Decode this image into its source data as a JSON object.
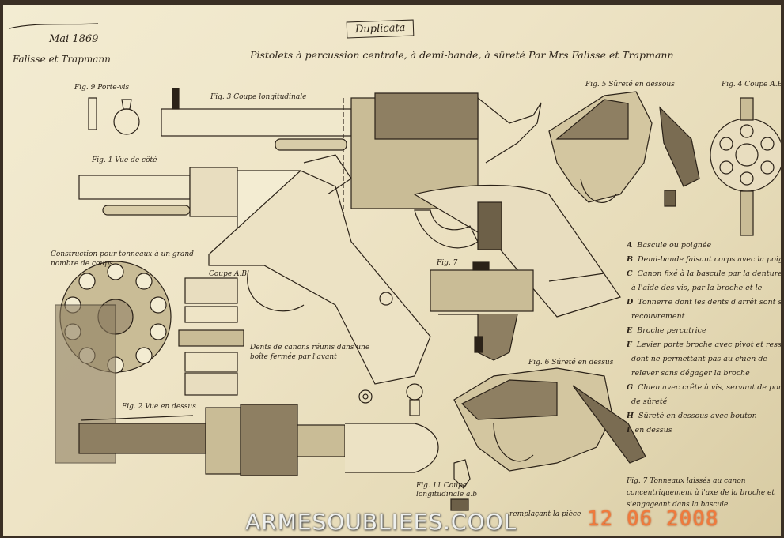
{
  "header": {
    "date": "Mai 1869",
    "signature": "Falisse et Trapmann",
    "stamp": "Duplicata",
    "title": "Pistolets à percussion centrale, à demi-bande, à sûreté Par Mrs Falisse et Trapmann"
  },
  "figures": {
    "fig9": "Fig. 9 Porte-vis",
    "fig3": "Fig. 3 Coupe longitudinale",
    "fig5": "Fig. 5 Sûreté en dessous",
    "fig4": "Fig. 4 Coupe A.B.",
    "fig1": "Fig. 1 Vue de côté",
    "construction": "Construction pour tonneaux à un grand nombre de coups",
    "coupe_ab": "Coupe A.B",
    "fig7": "Fig. 7",
    "fig2_desc": "Dents de canons réunis dans une boîte fermée par l'avant",
    "fig6": "Fig. 6 Sûreté en dessus",
    "fig2": "Fig. 2 Vue en dessus",
    "fig11": "Fig. 11 Coupe longitudinale a.b"
  },
  "legend": [
    {
      "letter": "A",
      "text": "Bascule ou poignée"
    },
    {
      "letter": "B",
      "text": "Demi-bande faisant corps avec la poignée"
    },
    {
      "letter": "C",
      "text": "Canon fixé à la bascule par la denture"
    },
    {
      "letter": "",
      "text": "à l'aide des vis, par la broche et le"
    },
    {
      "letter": "D",
      "text": "Tonnerre dont les dents d'arrêt sont sur le"
    },
    {
      "letter": "",
      "text": "recouvrement"
    },
    {
      "letter": "E",
      "text": "Broche percutrice"
    },
    {
      "letter": "F",
      "text": "Levier porte broche avec pivot et ressort"
    },
    {
      "letter": "",
      "text": "dont ne permettant pas au chien de"
    },
    {
      "letter": "",
      "text": "relever sans dégager la broche"
    },
    {
      "letter": "G",
      "text": "Chien avec crête à vis, servant de porte"
    },
    {
      "letter": "",
      "text": "de sûreté"
    },
    {
      "letter": "H",
      "text": "Sûreté en dessous avec bouton"
    },
    {
      "letter": "I",
      "text": "en dessus"
    }
  ],
  "note": "Fig. 7 Tonneaux laissés au canon concentriquement à l'axe de la broche et s'engageant dans la bascule",
  "note2": "remplaçant la pièce",
  "watermark": "ARMESOUBLIEES.COOL",
  "date_stamp": "12 06 2008"
}
